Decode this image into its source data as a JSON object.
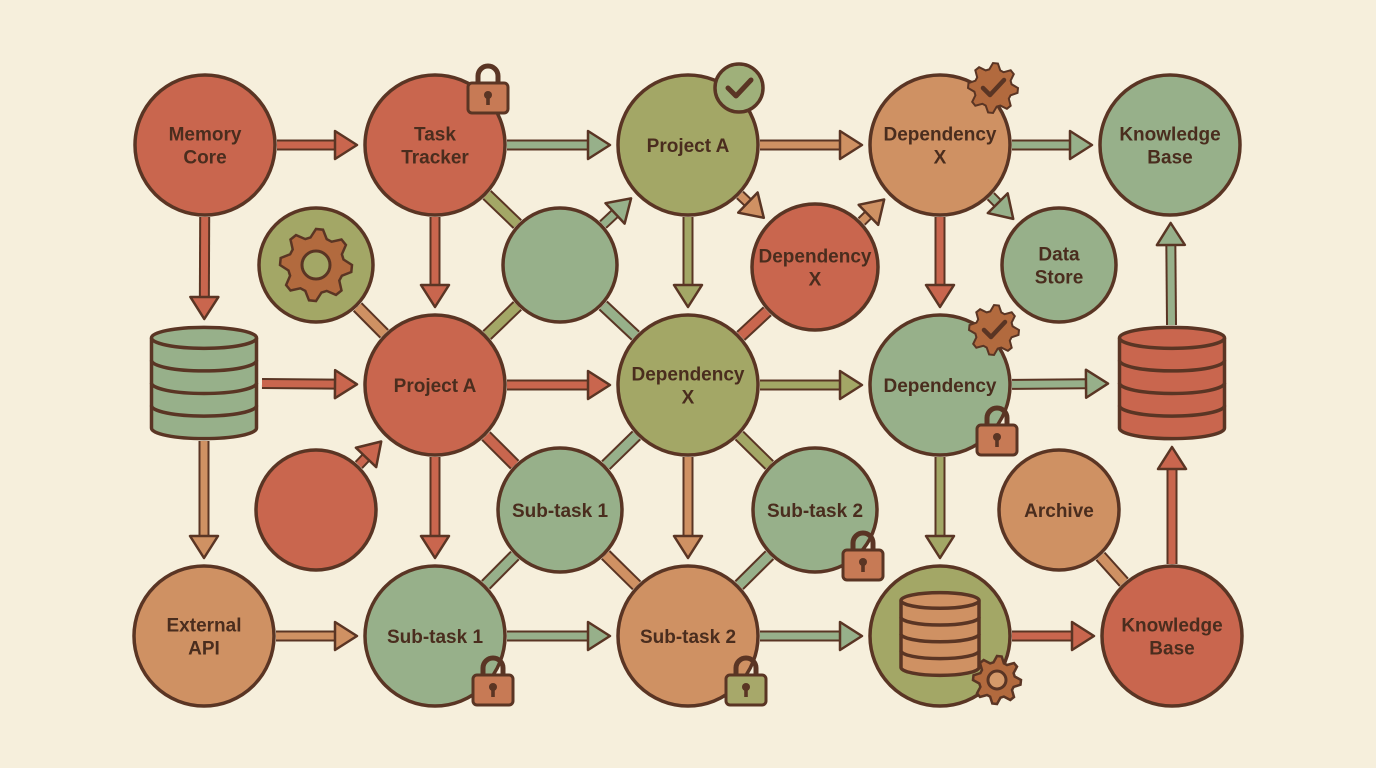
{
  "colors": {
    "background": "#f6efdc",
    "outline": "#5a3524",
    "red": "#c9664e",
    "green": "#97b08a",
    "olive": "#a3a766",
    "orange": "#cf9163",
    "lock_orange": "#c77a55",
    "lock_olive": "#a7a86a",
    "gear": "#b26a3e"
  },
  "nodes": [
    {
      "id": "memory-core",
      "name": "node-memory-core",
      "lines": [
        "Memory",
        "Core"
      ],
      "color": "red"
    },
    {
      "id": "task-tracker",
      "name": "node-task-tracker",
      "lines": [
        "Task",
        "Tracker"
      ],
      "color": "red"
    },
    {
      "id": "project-a-top",
      "name": "node-project-a-top",
      "lines": [
        "Project A"
      ],
      "color": "olive"
    },
    {
      "id": "dependency-x-top",
      "name": "node-dependency-x-top",
      "lines": [
        "Dependency",
        "X"
      ],
      "color": "orange"
    },
    {
      "id": "knowledge-base-top",
      "name": "node-knowledge-base-top",
      "lines": [
        "Knowledge",
        "Base"
      ],
      "color": "green"
    },
    {
      "id": "gear-node",
      "name": "node-gear",
      "lines": [],
      "color": "olive"
    },
    {
      "id": "green-unlabeled",
      "name": "node-unlabeled-green",
      "lines": [],
      "color": "green"
    },
    {
      "id": "dependency-x-mid",
      "name": "node-dependency-x-mid",
      "lines": [
        "Dependency",
        "X"
      ],
      "color": "red"
    },
    {
      "id": "data-store",
      "name": "node-data-store",
      "lines": [
        "Data",
        "Store"
      ],
      "color": "green"
    },
    {
      "id": "project-a-mid",
      "name": "node-project-a-mid",
      "lines": [
        "Project A"
      ],
      "color": "red"
    },
    {
      "id": "dependency-x-center",
      "name": "node-dependency-x-center",
      "lines": [
        "Dependency",
        "X"
      ],
      "color": "olive"
    },
    {
      "id": "dependency",
      "name": "node-dependency",
      "lines": [
        "Dependency"
      ],
      "color": "green"
    },
    {
      "id": "red-unlabeled",
      "name": "node-unlabeled-red",
      "lines": [],
      "color": "red"
    },
    {
      "id": "subtask-1-mid",
      "name": "node-subtask-1-mid",
      "lines": [
        "Sub-task 1"
      ],
      "color": "green"
    },
    {
      "id": "subtask-2-mid",
      "name": "node-subtask-2-mid",
      "lines": [
        "Sub-task 2"
      ],
      "color": "green"
    },
    {
      "id": "archive",
      "name": "node-archive",
      "lines": [
        "Archive"
      ],
      "color": "orange"
    },
    {
      "id": "external-api",
      "name": "node-external-api",
      "lines": [
        "External",
        "API"
      ],
      "color": "orange"
    },
    {
      "id": "subtask-1-bottom",
      "name": "node-subtask-1-bottom",
      "lines": [
        "Sub-task 1"
      ],
      "color": "green"
    },
    {
      "id": "subtask-2-bottom",
      "name": "node-subtask-2-bottom",
      "lines": [
        "Sub-task 2"
      ],
      "color": "orange"
    },
    {
      "id": "db-node",
      "name": "node-database-circle",
      "lines": [],
      "color": "olive"
    },
    {
      "id": "knowledge-base-bottom",
      "name": "node-knowledge-base-bottom",
      "lines": [
        "Knowledge",
        "Base"
      ],
      "color": "red"
    }
  ],
  "databases": [
    {
      "id": "db-left",
      "name": "database-left-icon",
      "color": "green"
    },
    {
      "id": "db-right",
      "name": "database-right-icon",
      "color": "red"
    }
  ],
  "badges": [
    {
      "name": "lock-icon",
      "kind": "lock",
      "color": "lock_orange"
    },
    {
      "name": "check-circle-icon",
      "kind": "check",
      "color": "olive"
    },
    {
      "name": "gear-check-icon",
      "kind": "gear-check",
      "color": "gear"
    },
    {
      "name": "gear-icon",
      "kind": "gear",
      "color": "gear"
    },
    {
      "name": "lock-icon",
      "kind": "lock",
      "color": "lock_orange"
    },
    {
      "name": "gear-check-icon",
      "kind": "gear-check",
      "color": "gear"
    },
    {
      "name": "lock-icon",
      "kind": "lock",
      "color": "lock_orange"
    },
    {
      "name": "lock-icon",
      "kind": "lock",
      "color": "lock_orange"
    },
    {
      "name": "lock-icon",
      "kind": "lock",
      "color": "lock_olive"
    },
    {
      "name": "gear-icon",
      "kind": "gear",
      "color": "gear"
    }
  ],
  "edges": [
    {
      "from": "memory-core",
      "to": "task-tracker",
      "color": "red",
      "arrow": true
    },
    {
      "from": "task-tracker",
      "to": "project-a-top",
      "color": "green",
      "arrow": true
    },
    {
      "from": "project-a-top",
      "to": "dependency-x-top",
      "color": "orange",
      "arrow": true
    },
    {
      "from": "dependency-x-top",
      "to": "knowledge-base-top",
      "color": "green",
      "arrow": true
    },
    {
      "from": "memory-core",
      "to": "db-left",
      "color": "red",
      "arrow": true
    },
    {
      "from": "db-left",
      "to": "external-api",
      "color": "orange",
      "arrow": true
    },
    {
      "from": "db-left",
      "to": "project-a-mid",
      "color": "red",
      "arrow": true
    },
    {
      "from": "task-tracker",
      "to": "project-a-mid",
      "color": "red",
      "arrow": true
    },
    {
      "from": "project-a-top",
      "to": "dependency-x-center",
      "color": "olive",
      "arrow": true
    },
    {
      "from": "dependency-x-top",
      "to": "dependency",
      "color": "red",
      "arrow": true
    },
    {
      "from": "db-right",
      "to": "knowledge-base-top",
      "color": "green",
      "arrow": true
    },
    {
      "from": "project-a-mid",
      "to": "dependency-x-center",
      "color": "red",
      "arrow": true
    },
    {
      "from": "dependency-x-center",
      "to": "dependency",
      "color": "olive",
      "arrow": true
    },
    {
      "from": "dependency",
      "to": "db-right",
      "color": "green",
      "arrow": true
    },
    {
      "from": "project-a-mid",
      "to": "subtask-1-bottom",
      "color": "red",
      "arrow": true
    },
    {
      "from": "dependency-x-center",
      "to": "subtask-2-bottom",
      "color": "orange",
      "arrow": true
    },
    {
      "from": "dependency",
      "to": "db-node",
      "color": "olive",
      "arrow": true
    },
    {
      "from": "knowledge-base-bottom",
      "to": "db-right",
      "color": "red",
      "arrow": true
    },
    {
      "from": "external-api",
      "to": "subtask-1-bottom",
      "color": "orange",
      "arrow": true
    },
    {
      "from": "subtask-1-bottom",
      "to": "subtask-2-bottom",
      "color": "green",
      "arrow": true
    },
    {
      "from": "subtask-2-bottom",
      "to": "db-node",
      "color": "green",
      "arrow": true
    },
    {
      "from": "db-node",
      "to": "knowledge-base-bottom",
      "color": "red",
      "arrow": true
    },
    {
      "from": "red-unlabeled",
      "to": "project-a-mid",
      "color": "red",
      "arrow": true
    },
    {
      "from": "green-unlabeled",
      "to": "project-a-top",
      "color": "green",
      "arrow": true
    },
    {
      "from": "project-a-top",
      "to": "dependency-x-mid",
      "color": "orange",
      "arrow": true
    },
    {
      "from": "dependency-x-mid",
      "to": "dependency-x-top",
      "color": "orange",
      "arrow": true
    },
    {
      "from": "dependency-x-top",
      "to": "data-store",
      "color": "green",
      "arrow": true
    },
    {
      "from": "task-tracker",
      "to": "green-unlabeled",
      "color": "olive",
      "arrow": false
    },
    {
      "from": "green-unlabeled",
      "to": "dependency-x-center",
      "color": "green",
      "arrow": false
    },
    {
      "from": "green-unlabeled",
      "to": "project-a-mid",
      "color": "olive",
      "arrow": false
    },
    {
      "from": "gear-node",
      "to": "project-a-mid",
      "color": "orange",
      "arrow": false
    },
    {
      "from": "dependency-x-mid",
      "to": "dependency-x-center",
      "color": "red",
      "arrow": false
    },
    {
      "from": "project-a-mid",
      "to": "subtask-1-mid",
      "color": "red",
      "arrow": false
    },
    {
      "from": "subtask-1-mid",
      "to": "dependency-x-center",
      "color": "green",
      "arrow": false
    },
    {
      "from": "dependency-x-center",
      "to": "subtask-2-mid",
      "color": "olive",
      "arrow": false
    },
    {
      "from": "subtask-1-mid",
      "to": "subtask-1-bottom",
      "color": "green",
      "arrow": false
    },
    {
      "from": "subtask-1-mid",
      "to": "subtask-2-bottom",
      "color": "orange",
      "arrow": false
    },
    {
      "from": "subtask-2-mid",
      "to": "subtask-2-bottom",
      "color": "green",
      "arrow": false
    },
    {
      "from": "archive",
      "to": "knowledge-base-bottom",
      "color": "orange",
      "arrow": false
    }
  ]
}
